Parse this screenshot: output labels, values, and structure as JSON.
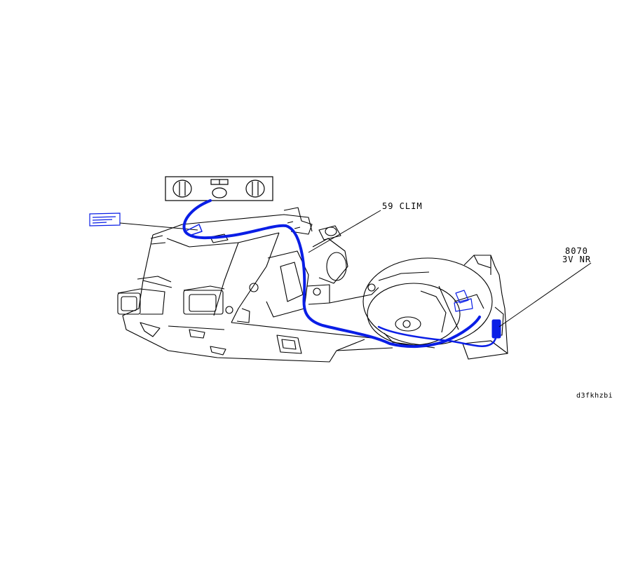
{
  "labels": {
    "clim": "59 CLIM",
    "connector_code": "8070",
    "connector_desc": "3V NR",
    "drawing_ref": "d3fkhzbi"
  },
  "colors": {
    "harness": "#0a1ee6",
    "outline": "#000000",
    "background": "#ffffff"
  }
}
